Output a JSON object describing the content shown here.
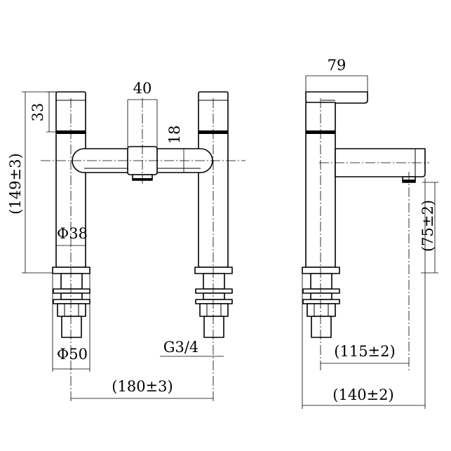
{
  "dimensions": {
    "top_width_right": "79",
    "spout_center_spacing": "40",
    "handle_height": "33",
    "bridge_height": "18",
    "overall_height": "(149±3)",
    "body_diameter": "Φ38",
    "base_diameter": "Φ50",
    "thread": "G3/4",
    "center_distance": "(180±3)",
    "spout_projection": "(115±2)",
    "overall_depth": "(140±2)",
    "spout_height": "(75±2)"
  },
  "colors": {
    "line": "#000000",
    "background": "#ffffff"
  }
}
